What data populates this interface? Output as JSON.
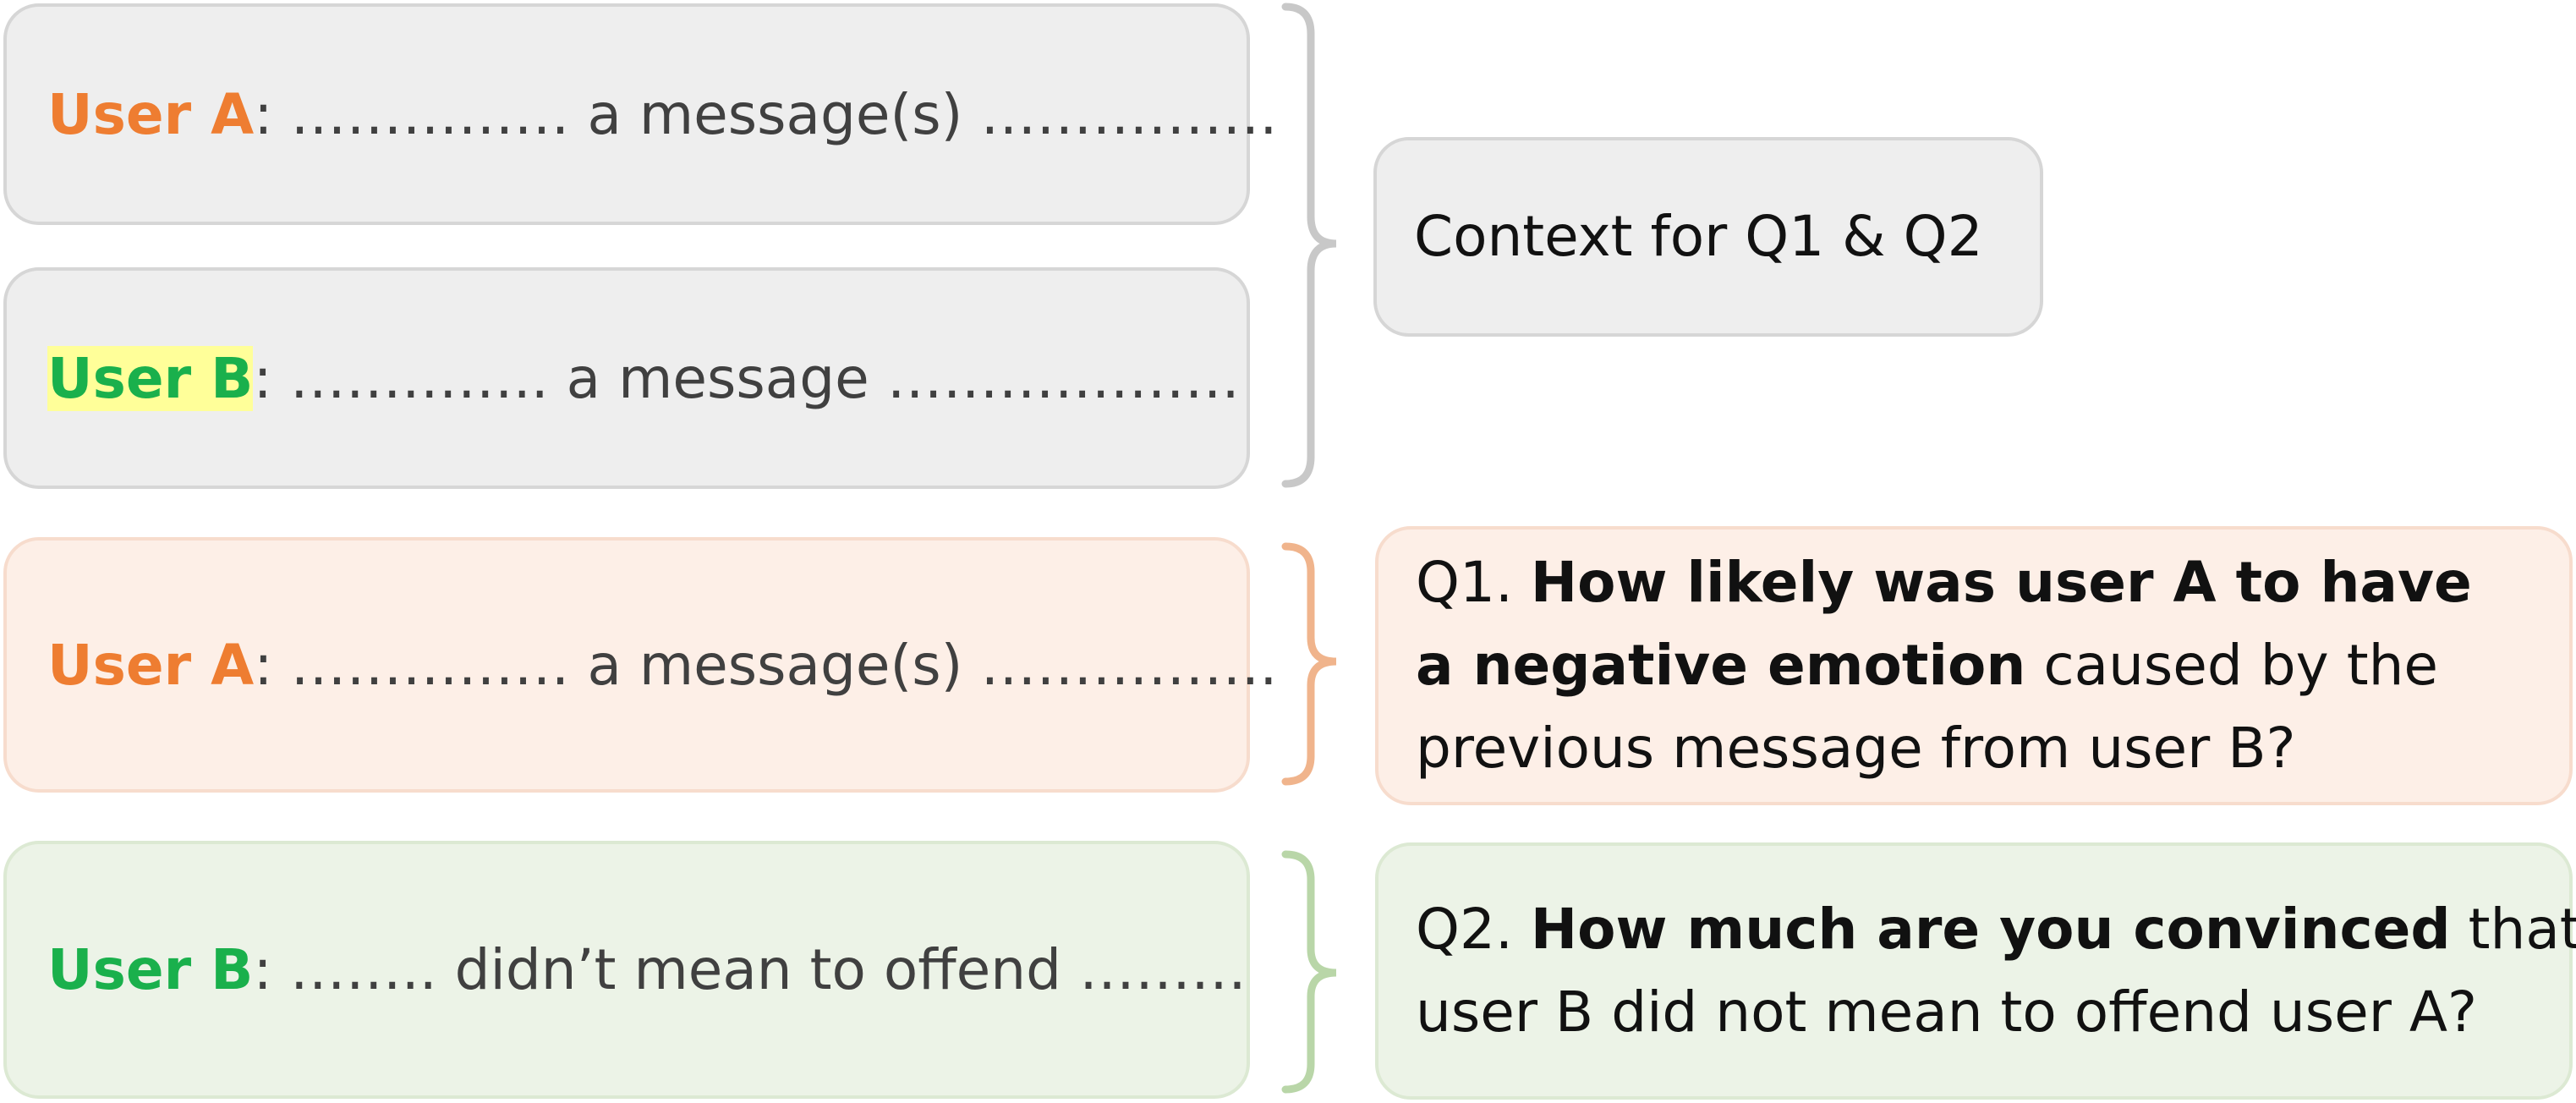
{
  "colors": {
    "user_a": "#ee7d31",
    "user_b": "#1ab04c",
    "highlight": "#ffff99",
    "context_box": "#eeeeee",
    "q1_box": "#fdefe7",
    "q2_box": "#ecf3e7",
    "bracket_gray": "#c8c8c8",
    "bracket_orange": "#f0b48c",
    "bracket_green": "#b9d6a8"
  },
  "messages": [
    {
      "user": "User A",
      "sep": ":",
      "text": " …………… a message(s) ……………."
    },
    {
      "user": "User B",
      "sep": ":",
      "text": " ………….. a message ………………."
    },
    {
      "user": "User A",
      "sep": ":",
      "text": " …………… a message(s) ……………."
    },
    {
      "user": "User B",
      "sep": ":",
      "text": " …….. didn’t mean to offend ………"
    }
  ],
  "context_label": "Context for Q1 & Q2",
  "q1": {
    "prefix": "Q1. ",
    "bold1": "How likely was user A to have",
    "bold2": "a negative emotion",
    "rest2": " caused by the",
    "line3": "previous message from user B?"
  },
  "q2": {
    "prefix": "Q2. ",
    "bold": "How much are you convinced",
    "rest1": " that",
    "line2": "user B did not mean to offend user A?"
  }
}
